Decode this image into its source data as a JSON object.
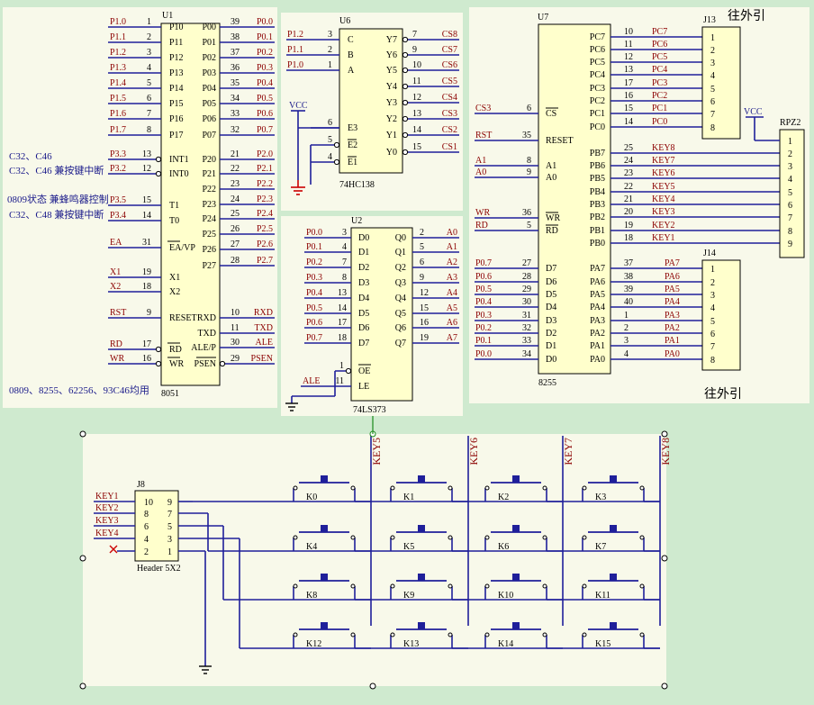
{
  "colors": {
    "wire": "#1f1f9a",
    "label": "#8b0000",
    "body": "#ffffcc",
    "chip": "#000000",
    "note": "#1a1a8a",
    "bg": "#cfeacf",
    "panel": "#f8f9ea"
  },
  "u1": {
    "ref": "U1",
    "name": "8051",
    "left": [
      {
        "net": "P1.0",
        "num": "1",
        "pin": "P10"
      },
      {
        "net": "P1.1",
        "num": "2",
        "pin": "P11"
      },
      {
        "net": "P1.2",
        "num": "3",
        "pin": "P12"
      },
      {
        "net": "P1.3",
        "num": "4",
        "pin": "P13"
      },
      {
        "net": "P1.4",
        "num": "5",
        "pin": "P14"
      },
      {
        "net": "P1.5",
        "num": "6",
        "pin": "P15"
      },
      {
        "net": "P1.6",
        "num": "7",
        "pin": "P16"
      },
      {
        "net": "P1.7",
        "num": "8",
        "pin": "P17"
      },
      {
        "net": "P3.3",
        "num": "13",
        "pin": "INT1"
      },
      {
        "net": "P3.2",
        "num": "12",
        "pin": "INT0"
      },
      {
        "net": "P3.5",
        "num": "15",
        "pin": "T1"
      },
      {
        "net": "P3.4",
        "num": "14",
        "pin": "T0"
      },
      {
        "net": "EA",
        "num": "31",
        "pin": "EA/VP"
      },
      {
        "net": "X1",
        "num": "19",
        "pin": "X1"
      },
      {
        "net": "X2",
        "num": "18",
        "pin": "X2"
      },
      {
        "net": "RST",
        "num": "9",
        "pin": "RESET"
      },
      {
        "net": "RD",
        "num": "17",
        "pin": "RD"
      },
      {
        "net": "WR",
        "num": "16",
        "pin": "WR"
      }
    ],
    "right": [
      {
        "net": "P0.0",
        "num": "39",
        "pin": "P00"
      },
      {
        "net": "P0.1",
        "num": "38",
        "pin": "P01"
      },
      {
        "net": "P0.2",
        "num": "37",
        "pin": "P02"
      },
      {
        "net": "P0.3",
        "num": "36",
        "pin": "P03"
      },
      {
        "net": "P0.4",
        "num": "35",
        "pin": "P04"
      },
      {
        "net": "P0.5",
        "num": "34",
        "pin": "P05"
      },
      {
        "net": "P0.6",
        "num": "33",
        "pin": "P06"
      },
      {
        "net": "P0.7",
        "num": "32",
        "pin": "P07"
      },
      {
        "net": "P2.0",
        "num": "21",
        "pin": "P20"
      },
      {
        "net": "P2.1",
        "num": "22",
        "pin": "P21"
      },
      {
        "net": "P2.2",
        "num": "23",
        "pin": "P22"
      },
      {
        "net": "P2.3",
        "num": "24",
        "pin": "P23"
      },
      {
        "net": "P2.4",
        "num": "25",
        "pin": "P24"
      },
      {
        "net": "P2.5",
        "num": "26",
        "pin": "P25"
      },
      {
        "net": "P2.6",
        "num": "27",
        "pin": "P26"
      },
      {
        "net": "P2.7",
        "num": "28",
        "pin": "P27"
      },
      {
        "net": "RXD",
        "num": "10",
        "pin": "RXD"
      },
      {
        "net": "TXD",
        "num": "11",
        "pin": "TXD"
      },
      {
        "net": "ALE",
        "num": "30",
        "pin": "ALE/P"
      },
      {
        "net": "PSEN",
        "num": "29",
        "pin": "PSEN"
      }
    ]
  },
  "notes": {
    "n1": "C32、C46",
    "n2": "C32、C46  兼按键中断",
    "n3": "0809状态 兼蜂鸣器控制",
    "n4": "C32、C48  兼按键中断",
    "n5": "0809、8255、62256、93C46均用"
  },
  "u6": {
    "ref": "U6",
    "name": "74HC138",
    "vcc": "VCC",
    "inputs": [
      {
        "net": "P1.2",
        "num": "3",
        "pin": "C"
      },
      {
        "net": "P1.1",
        "num": "2",
        "pin": "B"
      },
      {
        "net": "P1.0",
        "num": "1",
        "pin": "A"
      }
    ],
    "enables": [
      {
        "num": "6",
        "pin": "E3"
      },
      {
        "num": "5",
        "pin": "E2"
      },
      {
        "num": "4",
        "pin": "E1"
      }
    ],
    "outputs": [
      {
        "num": "7",
        "pin": "Y7",
        "net": "CS8"
      },
      {
        "num": "9",
        "pin": "Y6",
        "net": "CS7"
      },
      {
        "num": "10",
        "pin": "Y5",
        "net": "CS6"
      },
      {
        "num": "11",
        "pin": "Y4",
        "net": "CS5"
      },
      {
        "num": "12",
        "pin": "Y3",
        "net": "CS4"
      },
      {
        "num": "13",
        "pin": "Y2",
        "net": "CS3"
      },
      {
        "num": "14",
        "pin": "Y1",
        "net": "CS2"
      },
      {
        "num": "15",
        "pin": "Y0",
        "net": "CS1"
      }
    ]
  },
  "u2": {
    "ref": "U2",
    "name": "74LS373",
    "inputs": [
      {
        "net": "P0.0",
        "num": "3",
        "pin": "D0"
      },
      {
        "net": "P0.1",
        "num": "4",
        "pin": "D1"
      },
      {
        "net": "P0.2",
        "num": "7",
        "pin": "D2"
      },
      {
        "net": "P0.3",
        "num": "8",
        "pin": "D3"
      },
      {
        "net": "P0.4",
        "num": "13",
        "pin": "D4"
      },
      {
        "net": "P0.5",
        "num": "14",
        "pin": "D5"
      },
      {
        "net": "P0.6",
        "num": "17",
        "pin": "D6"
      },
      {
        "net": "P0.7",
        "num": "18",
        "pin": "D7"
      }
    ],
    "outputs": [
      {
        "num": "2",
        "pin": "Q0",
        "net": "A0"
      },
      {
        "num": "5",
        "pin": "Q1",
        "net": "A1"
      },
      {
        "num": "6",
        "pin": "Q2",
        "net": "A2"
      },
      {
        "num": "9",
        "pin": "Q3",
        "net": "A3"
      },
      {
        "num": "12",
        "pin": "Q4",
        "net": "A4"
      },
      {
        "num": "15",
        "pin": "Q5",
        "net": "A5"
      },
      {
        "num": "16",
        "pin": "Q6",
        "net": "A6"
      },
      {
        "num": "19",
        "pin": "Q7",
        "net": "A7"
      }
    ],
    "oe": {
      "num": "1",
      "pin": "OE"
    },
    "le": {
      "num": "11",
      "pin": "LE",
      "net": "ALE"
    }
  },
  "u7": {
    "ref": "U7",
    "name": "8255",
    "leftTop": [
      {
        "net": "CS3",
        "num": "6",
        "pin": "CS"
      },
      {
        "net": "RST",
        "num": "35",
        "pin": "RESET"
      },
      {
        "net": "A1",
        "num": "8",
        "pin": "A1"
      },
      {
        "net": "A0",
        "num": "9",
        "pin": "A0"
      },
      {
        "net": "WR",
        "num": "36",
        "pin": "WR"
      },
      {
        "net": "RD",
        "num": "5",
        "pin": "RD"
      }
    ],
    "leftData": [
      {
        "net": "P0.7",
        "num": "27",
        "pin": "D7"
      },
      {
        "net": "P0.6",
        "num": "28",
        "pin": "D6"
      },
      {
        "net": "P0.5",
        "num": "29",
        "pin": "D5"
      },
      {
        "net": "P0.4",
        "num": "30",
        "pin": "D4"
      },
      {
        "net": "P0.3",
        "num": "31",
        "pin": "D3"
      },
      {
        "net": "P0.2",
        "num": "32",
        "pin": "D2"
      },
      {
        "net": "P0.1",
        "num": "33",
        "pin": "D1"
      },
      {
        "net": "P0.0",
        "num": "34",
        "pin": "D0"
      }
    ],
    "pc": [
      {
        "num": "10",
        "pin": "PC7",
        "net": "PC7"
      },
      {
        "num": "11",
        "pin": "PC6",
        "net": "PC6"
      },
      {
        "num": "12",
        "pin": "PC5",
        "net": "PC5"
      },
      {
        "num": "13",
        "pin": "PC4",
        "net": "PC4"
      },
      {
        "num": "17",
        "pin": "PC3",
        "net": "PC3"
      },
      {
        "num": "16",
        "pin": "PC2",
        "net": "PC2"
      },
      {
        "num": "15",
        "pin": "PC1",
        "net": "PC1"
      },
      {
        "num": "14",
        "pin": "PC0",
        "net": "PC0"
      }
    ],
    "pb": [
      {
        "num": "25",
        "pin": "PB7",
        "net": "KEY8"
      },
      {
        "num": "24",
        "pin": "PB6",
        "net": "KEY7"
      },
      {
        "num": "23",
        "pin": "PB5",
        "net": "KEY6"
      },
      {
        "num": "22",
        "pin": "PB4",
        "net": "KEY5"
      },
      {
        "num": "21",
        "pin": "PB3",
        "net": "KEY4"
      },
      {
        "num": "20",
        "pin": "PB2",
        "net": "KEY3"
      },
      {
        "num": "19",
        "pin": "PB1",
        "net": "KEY2"
      },
      {
        "num": "18",
        "pin": "PB0",
        "net": "KEY1"
      }
    ],
    "pa": [
      {
        "num": "37",
        "pin": "PA7",
        "net": "PA7"
      },
      {
        "num": "38",
        "pin": "PA6",
        "net": "PA6"
      },
      {
        "num": "39",
        "pin": "PA5",
        "net": "PA5"
      },
      {
        "num": "40",
        "pin": "PA4",
        "net": "PA4"
      },
      {
        "num": "1",
        "pin": "PA3",
        "net": "PA3"
      },
      {
        "num": "2",
        "pin": "PA2",
        "net": "PA2"
      },
      {
        "num": "3",
        "pin": "PA1",
        "net": "PA1"
      },
      {
        "num": "4",
        "pin": "PA0",
        "net": "PA0"
      }
    ]
  },
  "j13": {
    "ref": "J13",
    "title": "往外引",
    "pins": [
      "1",
      "2",
      "3",
      "4",
      "5",
      "6",
      "7",
      "8"
    ]
  },
  "j14": {
    "ref": "J14",
    "title": "往外引",
    "pins": [
      "1",
      "2",
      "3",
      "4",
      "5",
      "6",
      "7",
      "8"
    ]
  },
  "rpz2": {
    "ref": "RPZ2",
    "vcc": "VCC",
    "pins": [
      "1",
      "2",
      "3",
      "4",
      "5",
      "6",
      "7",
      "8",
      "9"
    ]
  },
  "j8": {
    "ref": "J8",
    "name": "Header 5X2",
    "left": [
      "10",
      "8",
      "6",
      "4",
      "2"
    ],
    "right": [
      "9",
      "7",
      "5",
      "3",
      "1"
    ],
    "nets": [
      "KEY1",
      "KEY2",
      "KEY3",
      "KEY4"
    ]
  },
  "keypad": {
    "cols": [
      "KEY5",
      "KEY6",
      "KEY7",
      "KEY8"
    ],
    "keys": [
      "K0",
      "K1",
      "K2",
      "K3",
      "K4",
      "K5",
      "K6",
      "K7",
      "K8",
      "K9",
      "K10",
      "K11",
      "K12",
      "K13",
      "K14",
      "K15"
    ]
  }
}
